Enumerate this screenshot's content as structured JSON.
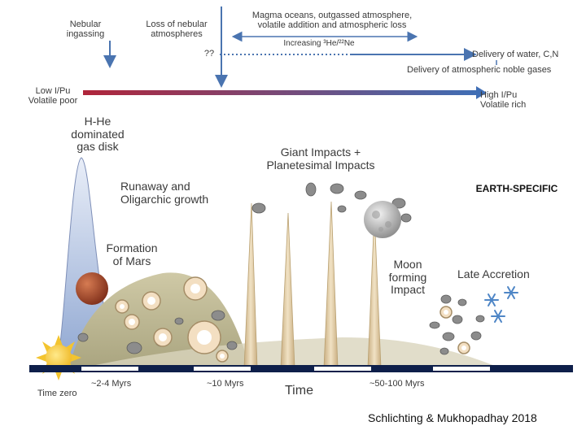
{
  "top": {
    "nebular_ingassing": "Nebular\ningassing",
    "loss_of_nebular": "Loss of nebular\natmospheres",
    "magma_oceans": "Magma oceans, outgassed atmosphere,\nvolatile addition and atmospheric loss",
    "increasing_ratio": "Increasing ³He/²²Ne",
    "question_marks": "??",
    "delivery_water": "Delivery of water, C,N",
    "delivery_noble": "Delivery of atmospheric noble gases"
  },
  "gradient": {
    "low_label": "Low I/Pu\nVolatile poor",
    "high_label": "High I/Pu\nVolatile rich",
    "color_start": "#b0253a",
    "color_end": "#3f6eb5"
  },
  "stages": {
    "gas_disk": "H-He\ndominated\ngas disk",
    "runaway": "Runaway and\nOligarchic growth",
    "giant_impacts": "Giant Impacts +\nPlanetesimal Impacts",
    "earth_specific": "EARTH-SPECIFIC",
    "formation_mars": "Formation\nof Mars",
    "moon_forming": "Moon\nforming\nImpact",
    "late_accretion": "Late Accretion"
  },
  "timeline": {
    "time_zero": "Time zero",
    "t1": "~2-4 Myrs",
    "t2": "~10 Myrs",
    "axis_label": "Time",
    "t3": "~50-100 Myrs"
  },
  "citation": "Schlichting & Mukhopadhay 2018",
  "colors": {
    "arrow": "#4a74b0",
    "mound": "#b9b48f",
    "disk": "#9fb3d6",
    "spike": "#d8c39c",
    "timeline_bar": "#0e1f4a",
    "sun": "#f2c230",
    "mars": "#b04a2e"
  },
  "icons": [
    "sun-icon",
    "mars-icon",
    "moon-icon",
    "snowflake-icon",
    "asteroid-icon"
  ]
}
